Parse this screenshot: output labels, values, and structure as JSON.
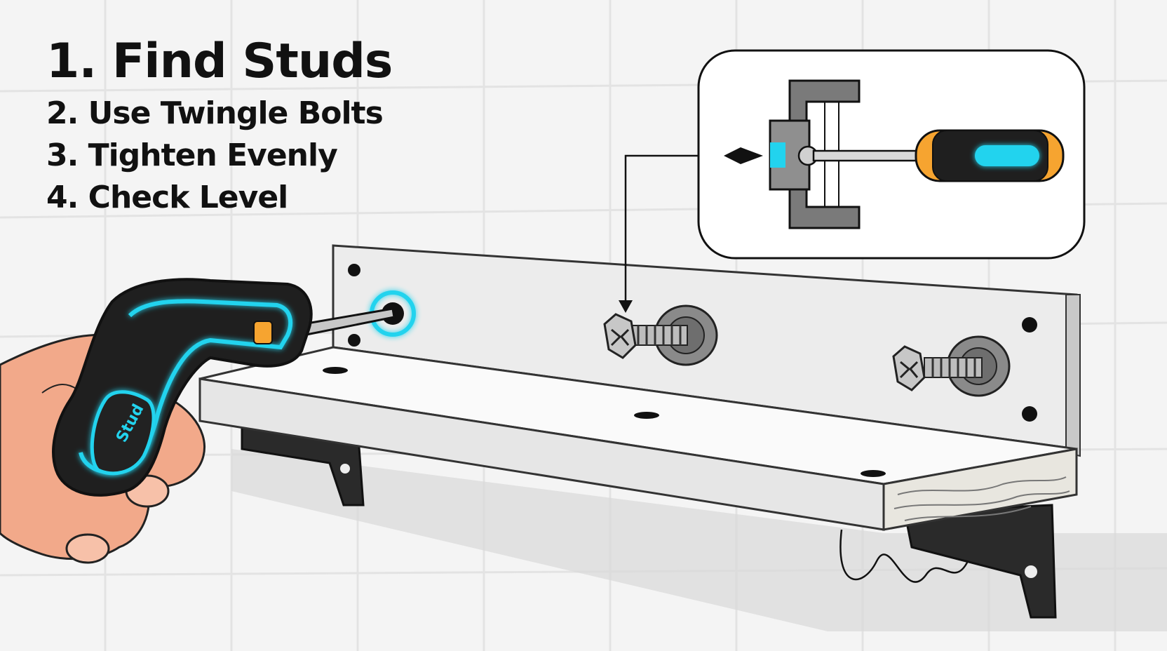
{
  "steps": [
    "1. Find Studs",
    "2. Use Twingle Bolts",
    "3. Tighten Evenly",
    "4. Check Level"
  ],
  "stud_finder": {
    "label": "Stud"
  },
  "icons": [
    "stud-finder-icon",
    "screwdriver-icon",
    "toggle-bolt-icon",
    "shelf-bracket-icon",
    "hand-icon"
  ],
  "colors": {
    "accent": "#22d3ee",
    "handle": "#f6a430",
    "tool_body": "#1f1f1f",
    "skin": "#f2a98a",
    "wall": "#f4f4f4",
    "grid_line": "#e2e2e2"
  }
}
